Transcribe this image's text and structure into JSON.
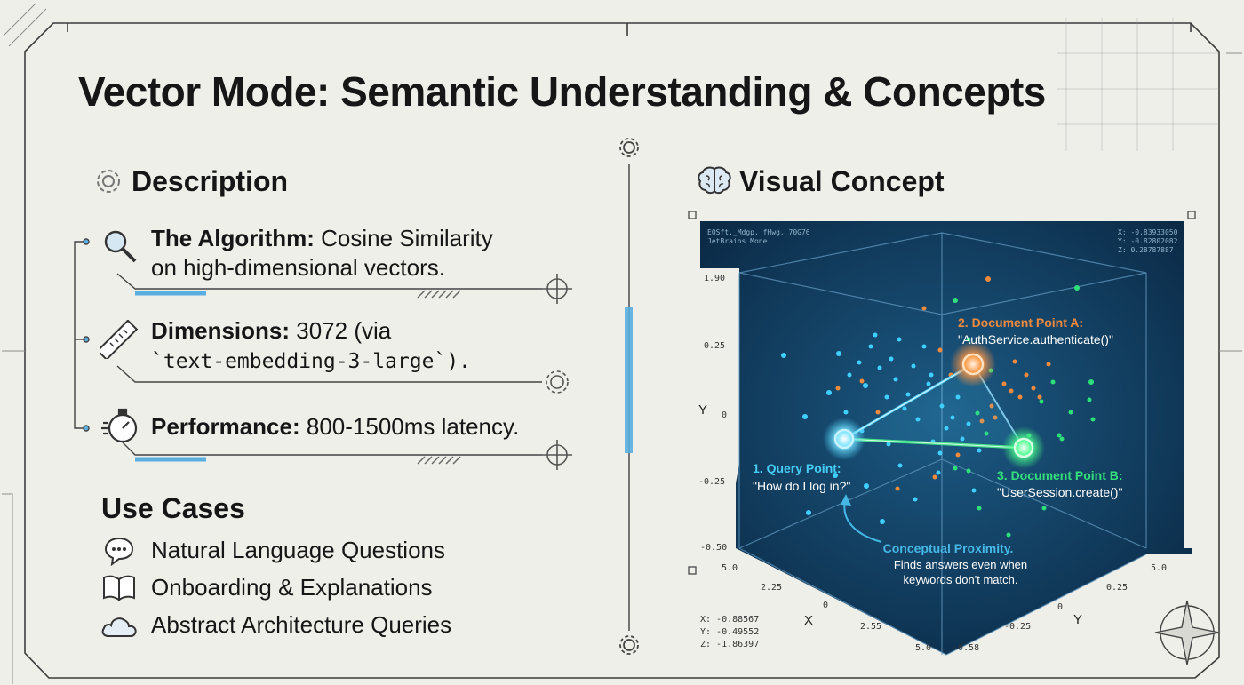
{
  "title": "Vector Mode: Semantic Understanding & Concepts",
  "description": {
    "heading": "Description",
    "items": [
      {
        "label": "The Algorithm:",
        "text_line1": "Cosine Similarity",
        "text_line2": "on high-dimensional vectors.",
        "icon": "magnifier-icon"
      },
      {
        "label": "Dimensions:",
        "text_line1": "3072 (via",
        "text_line2": "`text-embedding-3-large`).",
        "icon": "ruler-icon"
      },
      {
        "label": "Performance:",
        "text_line1": "800-1500ms latency.",
        "icon": "stopwatch-icon"
      }
    ]
  },
  "use_cases": {
    "heading": "Use Cases",
    "items": [
      {
        "label": "Natural Language Questions",
        "icon": "chat-bubble-icon"
      },
      {
        "label": "Onboarding & Explanations",
        "icon": "open-book-icon"
      },
      {
        "label": "Abstract Architecture Queries",
        "icon": "cloud-icon"
      }
    ]
  },
  "visual_concept": {
    "heading": "Visual Concept",
    "header_text_line1": "EOSft._Mdgp. fHwg. 70G76",
    "header_text_line2": "JetBrains Mone",
    "top_coords": {
      "x": "X: -0.83933050",
      "y": "Y: -0.82802082",
      "z": "Z:  0.28787887"
    },
    "bottom_coords": {
      "x": "X: -0.88567",
      "y": "Y: -0.49552",
      "z": "Z: -1.86397"
    },
    "y_axis_ticks": [
      "1.90",
      "0.25",
      "0",
      "-0.25",
      "-0.50"
    ],
    "y_axis_label": "Y",
    "x_axis_label": "X",
    "right_axis_label": "Y",
    "left_floor_ticks": [
      "5.0",
      "2.25",
      "0",
      "2.55",
      "5.0"
    ],
    "right_floor_ticks": [
      "5.0",
      "0.25",
      "0",
      "-0.25",
      "-0.58"
    ],
    "query_point": {
      "title": "1. Query Point:",
      "text": "\"How do I log in?\"",
      "color": "#45cdf5"
    },
    "doc_a": {
      "title": "2. Document Point A:",
      "text": "\"AuthService.authenticate()\"",
      "color": "#f08a3c"
    },
    "doc_b": {
      "title": "3. Document Point B:",
      "text": "\"UserSession.create()\"",
      "color": "#33e07a"
    },
    "annotation": {
      "title": "Conceptual Proximity.",
      "line1": "Finds answers even when",
      "line2": "keywords don't match."
    }
  },
  "colors": {
    "background": "#efefea",
    "panel": "#0e3354",
    "accent_blue": "#5aaee0",
    "query": "#45cdf5",
    "doc_a": "#f08a3c",
    "doc_b": "#33e07a"
  }
}
